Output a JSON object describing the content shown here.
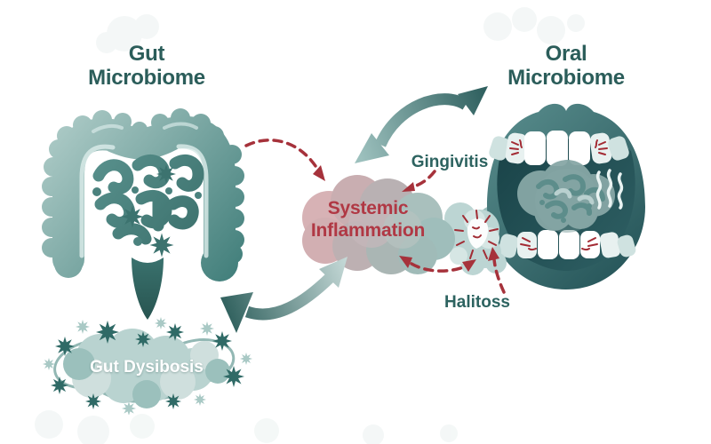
{
  "titles": {
    "gut_line1": "Gut",
    "gut_line2": "Microbiome",
    "oral_line1": "Oral",
    "oral_line2": "Microbiome"
  },
  "center": {
    "line1": "Systemic",
    "line2": "Inflammation"
  },
  "labels": {
    "gingivitis": "Gingivitis",
    "halitosis": "Halitoss",
    "gut_dysbiosis": "Gut Dysibosis"
  },
  "colors": {
    "teal_dark": "#2b5d5a",
    "teal_mid": "#4f8683",
    "teal_light": "#b7d2cf",
    "cloud_pink": "#d7b2b5",
    "cloud_gray": "#b5aeb0",
    "red_arrow": "#a6323b",
    "red_text": "#b03844",
    "background": "#ffffff"
  },
  "icons": {
    "intestine": "large-intestine-with-microbes-icon",
    "mouth": "open-mouth-with-teeth-icon",
    "inflammation_cloud": "cloud-blob-icon",
    "dysbiosis_cloud": "bacteria-cluster-icon",
    "cycle_arrows": "curved-double-headed-arrow-icon",
    "cause_arrows": "red-dashed-arrow-icon",
    "odor": "wavy-smell-lines-icon",
    "inflamed_gum": "inflamed-tooth-scribble-icon"
  }
}
